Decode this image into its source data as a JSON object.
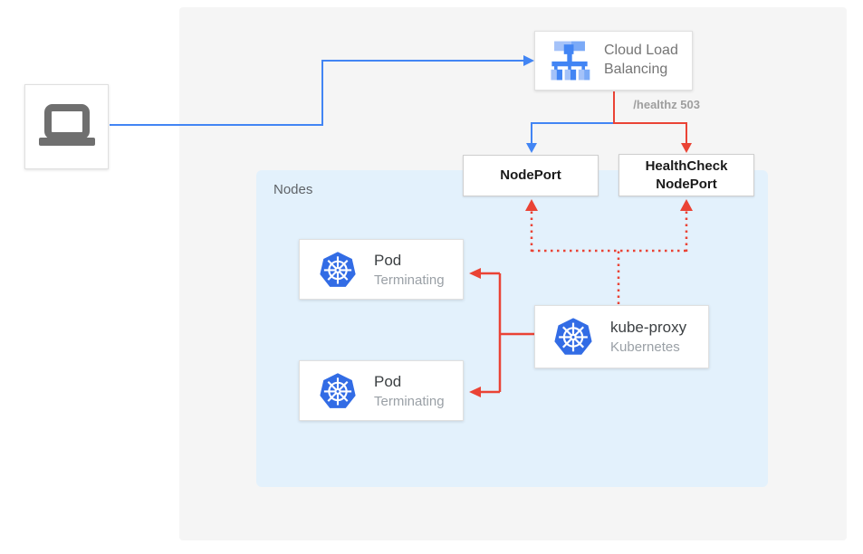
{
  "diagram": {
    "client": {
      "icon": "laptop-icon"
    },
    "cloud_load_balancing": {
      "label": "Cloud Load Balancing",
      "icon": "cloud-load-balancing-icon"
    },
    "healthz_label": "/healthz 503",
    "nodeport": {
      "label": "NodePort"
    },
    "healthcheck_nodeport": {
      "label": "HealthCheck NodePort"
    },
    "nodes_container": {
      "label": "Nodes"
    },
    "pods": [
      {
        "title": "Pod",
        "status": "Terminating",
        "icon": "kubernetes-icon"
      },
      {
        "title": "Pod",
        "status": "Terminating",
        "icon": "kubernetes-icon"
      }
    ],
    "kube_proxy": {
      "title": "kube-proxy",
      "subtitle": "Kubernetes",
      "icon": "kubernetes-icon"
    },
    "colors": {
      "traffic_blue": "#4285F4",
      "healthcheck_red": "#EA4335",
      "nodes_background": "#E3F1FC",
      "panel_background": "#F5F5F5",
      "kubernetes_blue": "#326CE5",
      "laptop_gray": "#6F6F6F"
    }
  }
}
